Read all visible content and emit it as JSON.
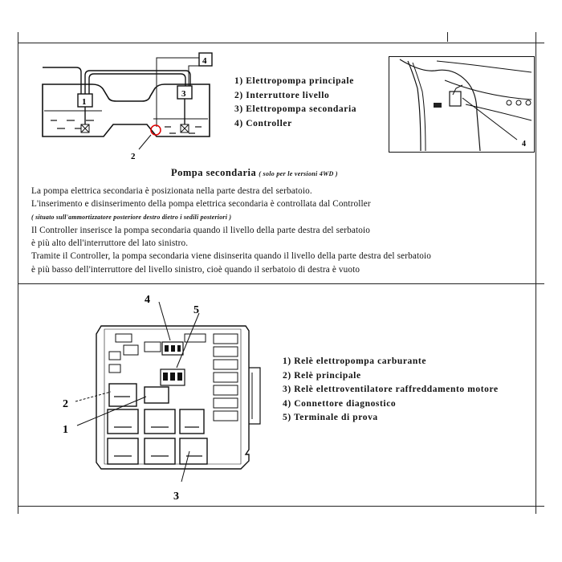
{
  "section1": {
    "diagram_labels": {
      "n1": "1",
      "n2": "2",
      "n3": "3",
      "n4": "4"
    },
    "legend": [
      "1) Elettropompa principale",
      "2) Interruttore livello",
      "3) Elettropompa secondaria",
      "4) Controller"
    ],
    "photo_label": "4",
    "title": "Pompa secondaria",
    "subtitle": "( solo per le versioni 4WD )",
    "paragraph": {
      "line1": "La pompa elettrica secondaria è posizionata nella parte destra del serbatoio.",
      "line2": "L'inserimento e disinserimento della pompa elettrica secondaria è controllata dal Controller",
      "note": "( situato sull'ammortizzatore posteriore destro dietro i sedili posteriori )",
      "line3": "Il Controller inserisce la pompa secondaria quando il livello della parte destra del serbatoio",
      "line4": "è più alto dell'interruttore del lato sinistro.",
      "line5": "Tramite il Controller, la pompa secondaria viene disinserita quando il livello della parte destra del serbatoio",
      "line6": "è più basso dell'interruttore del livello sinistro, cioè quando il serbatoio di destra è vuoto"
    }
  },
  "section2": {
    "callouts": {
      "n1": "1",
      "n2": "2",
      "n3": "3",
      "n4": "4",
      "n5": "5"
    },
    "legend": [
      "1) Relè elettropompa carburante",
      "2) Relè principale",
      "3) Relè elettroventilatore raffreddamento motore",
      "4) Connettore diagnostico",
      "5) Terminale di prova"
    ]
  }
}
